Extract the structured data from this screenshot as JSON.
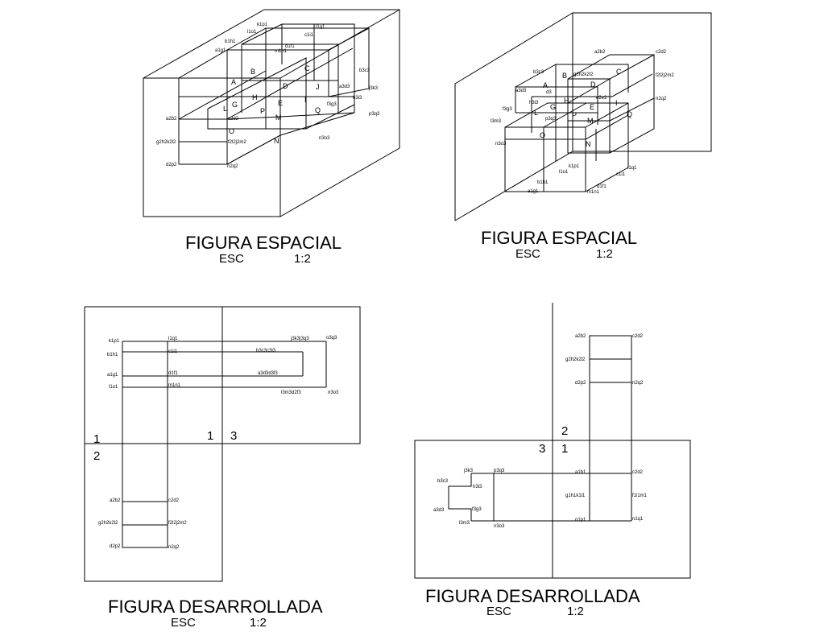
{
  "panels": {
    "tl": {
      "title": "FIGURA  ESPACIAL",
      "esc": "ESC",
      "scale": "1:2",
      "points": [
        "A",
        "B",
        "C",
        "D",
        "G",
        "H",
        "J",
        "I",
        "E",
        "L",
        "P",
        "Q",
        "M",
        "O",
        "N"
      ],
      "labels": [
        "k1p1",
        "l1q1",
        "l1o1",
        "b1h1",
        "c1i1",
        "a1g1",
        "d1f1",
        "m1n1",
        "b3c3",
        "j3k3",
        "a3d3",
        "h3i3",
        "f3g3",
        "p3q3",
        "n3o3",
        "a2b2",
        "c2d2",
        "g2h2k2l2",
        "f2l2j2m2",
        "d2p2",
        "n2q2"
      ]
    },
    "tr": {
      "title": "FIGURA  ESPACIAL",
      "esc": "ESC",
      "scale": "1:2",
      "points": [
        "A",
        "B",
        "C",
        "D",
        "G",
        "H",
        "I",
        "E",
        "L",
        "P",
        "M",
        "Q",
        "O",
        "N"
      ],
      "labels": [
        "a2b2",
        "c2d2",
        "b3c3",
        "g2h2k2l2",
        "f2l2j2m2",
        "a3d3",
        "d3",
        "h3i3",
        "e2e2",
        "n2q2",
        "f3g3",
        "p3q3",
        "l3m3",
        "n3o3",
        "k1p1",
        "l1q1",
        "l1o1",
        "c1i1",
        "b1h1",
        "d1f1",
        "a1g1",
        "m1n1"
      ]
    },
    "bl": {
      "title": "FIGURA  DESARROLLADA",
      "esc": "ESC",
      "scale": "1:2",
      "numbers": [
        "1",
        "3",
        "2"
      ],
      "labels": [
        "k1p1",
        "l1q1",
        "j3k3|3q3",
        "o3q3",
        "b1h1",
        "c1i1",
        "b3c3c3l3",
        "a1g1",
        "d1f1",
        "a3d3d3l3",
        "l1o1",
        "m1n1",
        "l3m3d2f3",
        "n3o3",
        "a2b2",
        "c2d2",
        "g2h2k2l2",
        "f2l2j2m2",
        "d2p2",
        "n2q2"
      ]
    },
    "br": {
      "title": "FIGURA  DESARROLLADA",
      "esc": "ESC",
      "scale": "1:2",
      "numbers": [
        "2",
        "3",
        "1"
      ],
      "labels": [
        "a2b2",
        "c2d2",
        "g2h2k2l2",
        "d2p2",
        "n2q2",
        "j3k3",
        "p3q3",
        "a1b1",
        "c2d2",
        "b3c3",
        "h3i3",
        "g1h1k1l1",
        "f1l1m1",
        "a3d3",
        "f3g3",
        "o1p1",
        "n1q1",
        "l3m3",
        "n3o3"
      ]
    }
  }
}
